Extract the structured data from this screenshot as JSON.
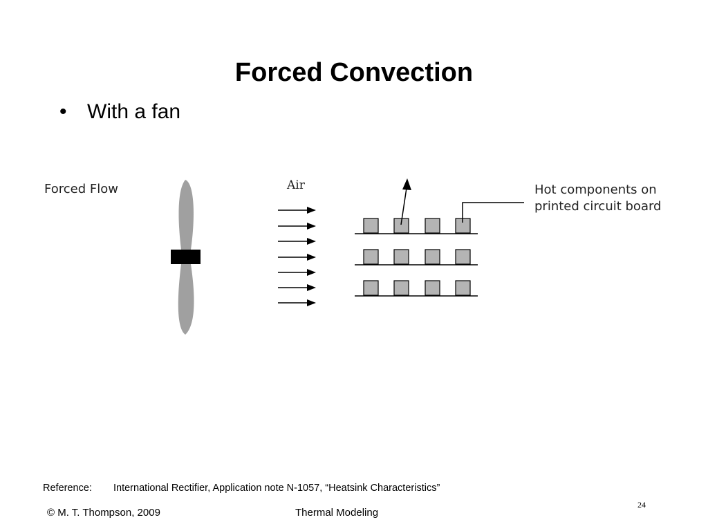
{
  "slide": {
    "title": "Forced Convection",
    "bullet_symbol": "•",
    "bullet_text": "With a fan"
  },
  "diagram": {
    "flow_label": "Forced Flow",
    "air_label": "Air",
    "components_label_line1": "Hot components on",
    "components_label_line2": "printed circuit board",
    "colors": {
      "fan_blade": "#a0a0a0",
      "fan_hub": "#000000",
      "component_fill": "#b4b4b4"
    }
  },
  "footer": {
    "reference_key": "Reference:",
    "reference_text": "International Rectifier, Application note N-1057, “Heatsink Characteristics”",
    "copyright": "© M. T. Thompson, 2009",
    "course": "Thermal Modeling",
    "page_number": "24"
  }
}
